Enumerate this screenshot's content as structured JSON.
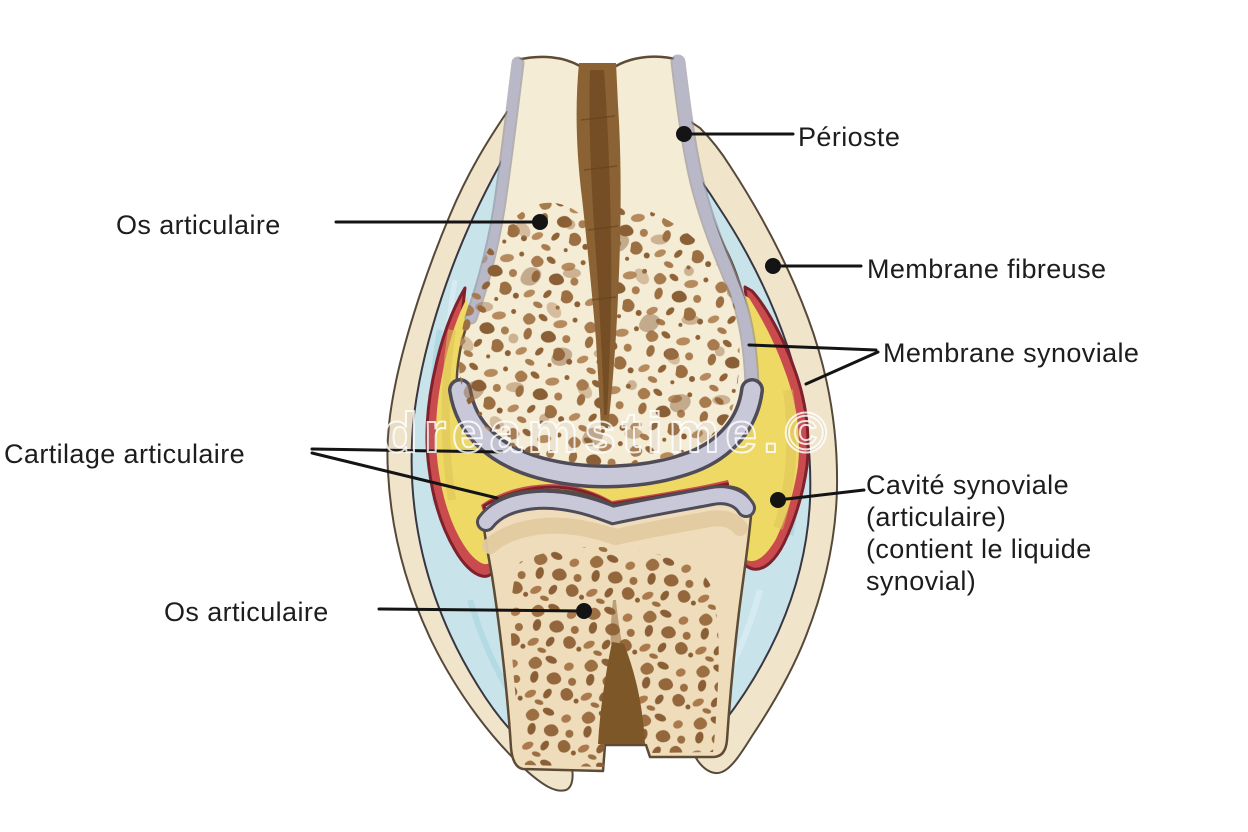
{
  "labels": {
    "perioste": "Périoste",
    "os_articulaire_sup": "Os articulaire",
    "membrane_fibreuse": "Membrane fibreuse",
    "membrane_synoviale": "Membrane synoviale",
    "cartilage_articulaire": "Cartilage articulaire",
    "cavite_synoviale": "Cavité synoviale\n(articulaire)\n(contient le liquide\nsynovial)",
    "os_articulaire_inf": "Os articulaire"
  },
  "watermark": {
    "text": "dreamstime.©"
  },
  "colors": {
    "soft_tissue": "#f0e4cb",
    "fibrous_membrane": "#c8e4ea",
    "synovial_membrane": "#c94b4e",
    "synovial_fluid": "#eed964",
    "bone_upper": "#f5ecd6",
    "bone_lower": "#eedcbb",
    "cartilage": "#c9c8d8",
    "periosteum": "#b9b8c9",
    "marrow": "#8a6233",
    "leader_line": "#141414"
  }
}
